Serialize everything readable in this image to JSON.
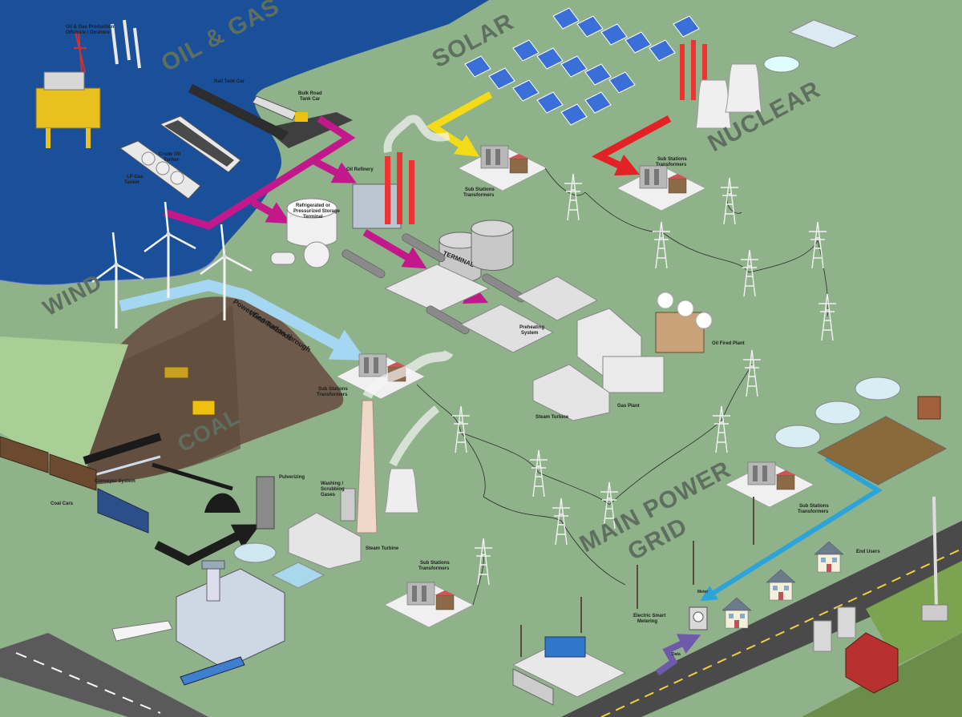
{
  "sections": {
    "oil_gas": "OIL & GAS",
    "solar": "SOLAR",
    "nuclear": "NUCLEAR",
    "wind": "WIND",
    "coal": "COAL",
    "main_grid_line1": "MAIN POWER",
    "main_grid_line2": "GRID"
  },
  "labels": {
    "oil_gas_production_1": "Oil & Gas Production",
    "oil_gas_production_2": "Offshore / Onshore",
    "rail_tank_car": "Rail Tank Car",
    "bulk_road_1": "Bulk Road",
    "bulk_road_2": "Tank Car",
    "crude_oil_1": "Crude Oil",
    "crude_oil_2": "Tanker",
    "lp_gas_1": "LP Gas",
    "lp_gas_2": "Tanker",
    "oil_refinery": "Oil Refinery",
    "storage_1": "Refrigerated or",
    "storage_2": "Pressurized Storage",
    "storage_3": "Terminal",
    "terminal": "TERMINAL",
    "sub_stations": "Sub Stations",
    "transformers": "Transformers",
    "preheating_1": "Preheating",
    "preheating_2": "System",
    "oil_fired_plant": "Oil Fired Plant",
    "gas_plant": "Gas Plant",
    "steam_turbine": "Steam Turbine",
    "wind_path_1": "Power Generation through",
    "wind_path_2": "Wind Turbines",
    "conveyor_system": "Conveyor System",
    "coal_cars": "Coal Cars",
    "pulverizing": "Pulverizing",
    "washing_1": "Washing /",
    "washing_2": "Scrubbing",
    "washing_3": "Gases",
    "end_users": "End Users",
    "smart_metering_1": "Electric Smart",
    "smart_metering_2": "Metering",
    "meter_tag": "Meter",
    "data_tag": "Data"
  },
  "colors": {
    "sea": "#1a4f9a",
    "land": "#8fb28a",
    "oil_gas_flow": "#c2188c",
    "solar_flow": "#f3dc17",
    "nuclear_flow": "#e32226",
    "wind_flow": "#a5d7f2",
    "coal_flow": "#1d1d1d",
    "water_flow": "#2ba4da",
    "data_flow": "#6e5aa8"
  }
}
